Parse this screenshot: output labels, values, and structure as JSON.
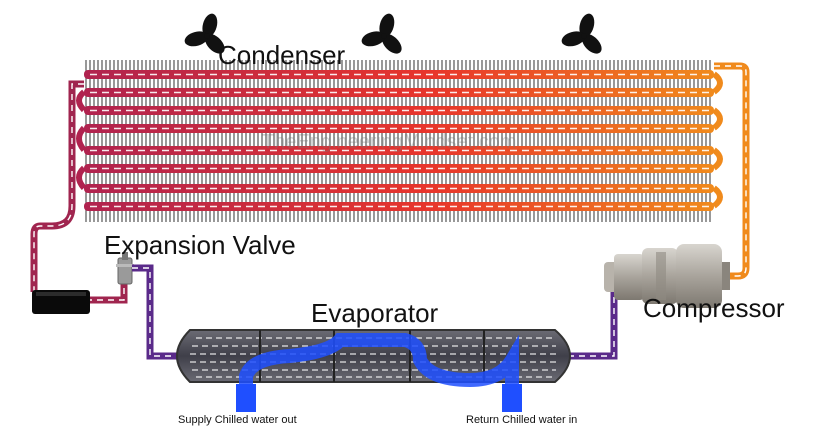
{
  "labels": {
    "condenser": "Condenser",
    "expansion_valve": "Expansion Valve",
    "evaporator": "Evaporator",
    "compressor": "Compressor",
    "supply": "Supply Chilled water out",
    "return": "Return Chilled water in",
    "watermark": "TheEngineeringMindset.com"
  },
  "icons": [
    "fan-icon",
    "fan-icon",
    "fan-icon",
    "compressor-icon",
    "expansion-valve-icon",
    "receiver-icon"
  ],
  "colors": {
    "hot_gas": "#e8352b",
    "warm": "#f08a1c",
    "liquid": "#a0254f",
    "cold": "#5a2a8a",
    "chilled_water": "#1f4fff",
    "fins": "#555555"
  }
}
